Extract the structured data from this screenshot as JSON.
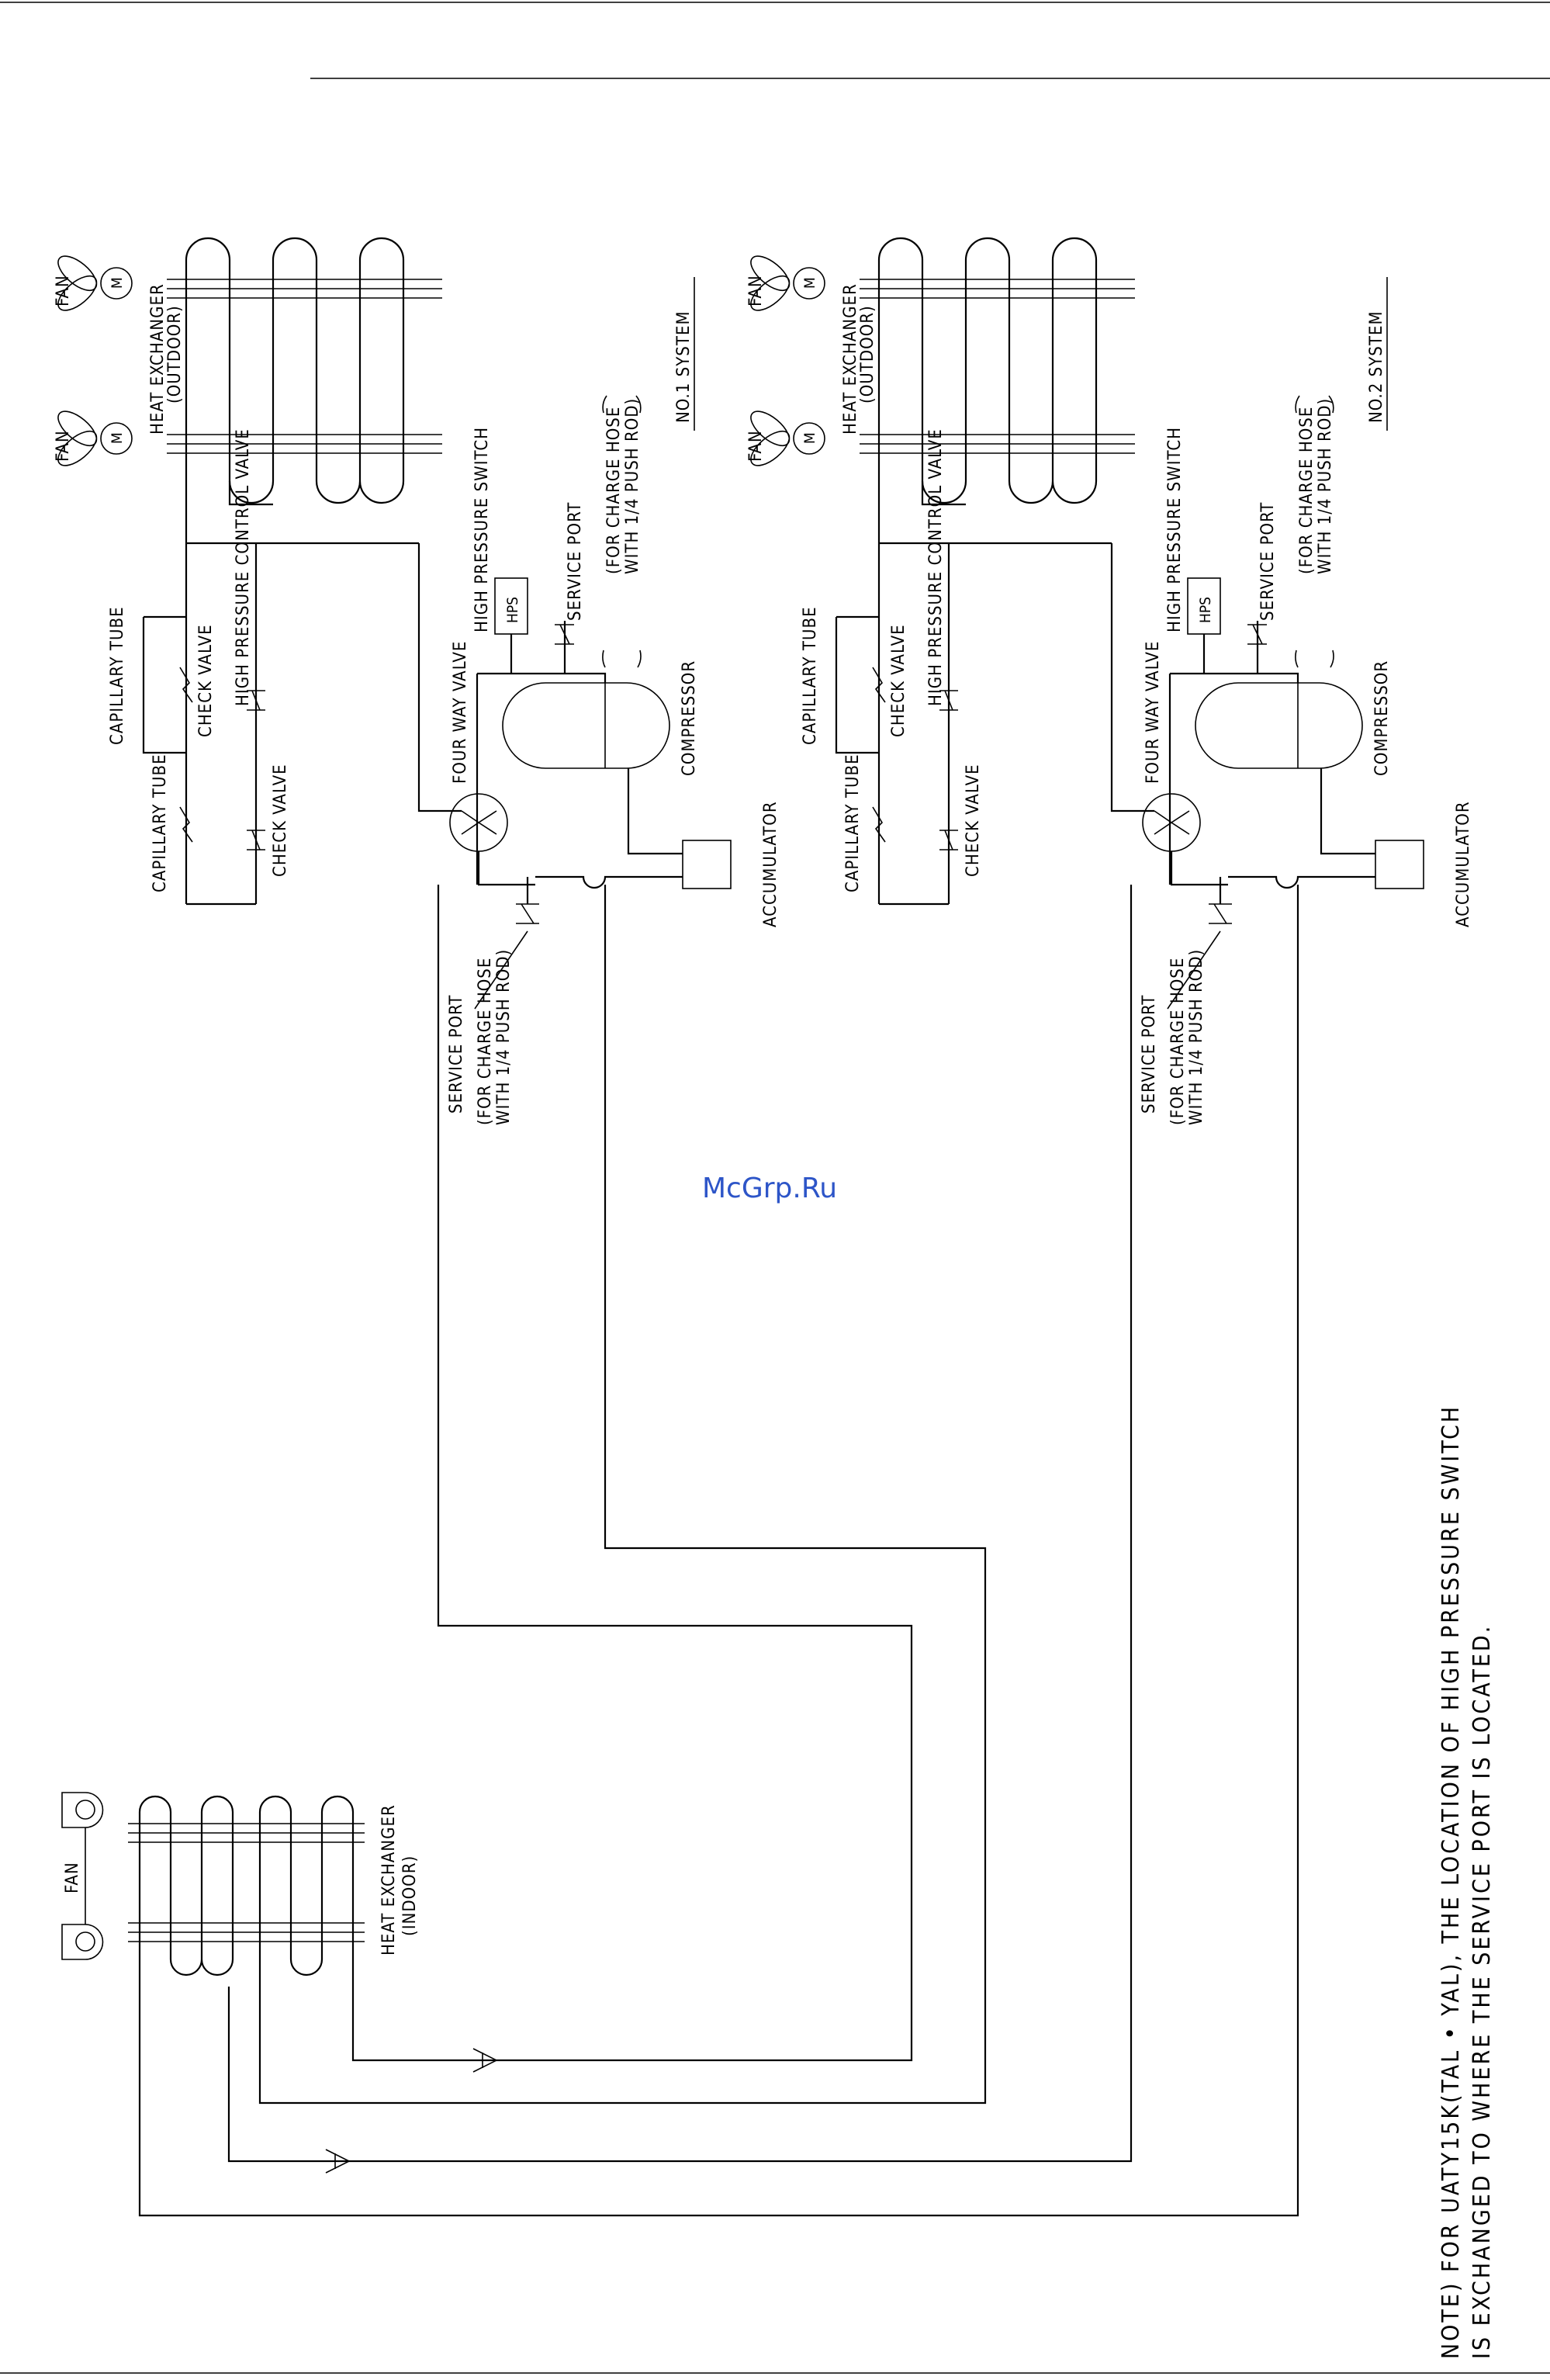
{
  "title": "",
  "watermark": "McGrp.Ru",
  "note": {
    "line1": "NOTE) FOR UATY15K(TAL • YAL), THE LOCATION OF HIGH PRESSURE SWITCH",
    "line2": "IS EXCHANGED TO WHERE THE SERVICE PORT IS LOCATED."
  },
  "systems": [
    {
      "heading": "NO.1  SYSTEM",
      "fan": "FAN",
      "motor": "M",
      "heat_exchanger": "HEAT EXCHANGER",
      "heat_exchanger_sub": "(OUTDOOR)",
      "high_pressure_switch": "HIGH PRESSURE SWITCH",
      "hps": "HPS",
      "service_port_top": "SERVICE PORT",
      "charge_hose_top_1": "(FOR CHARGE HOSE",
      "charge_hose_top_2": "WITH 1/4 PUSH ROD)",
      "high_pressure_control_valve": "HIGH PRESSURE CONTROL VALVE",
      "capillary_tube_1": "CAPILLARY TUBE",
      "check_valve_1": "CHECK VALVE",
      "capillary_tube_2": "CAPILLARY TUBE",
      "check_valve_2": "CHECK VALVE",
      "four_way_valve": "FOUR WAY VALVE",
      "compressor": "COMPRESSOR",
      "accumulator": "ACCUMULATOR",
      "service_port_bottom": "SERVICE PORT",
      "charge_hose_bottom_1": "(FOR CHARGE HOSE",
      "charge_hose_bottom_2": "WITH 1/4 PUSH ROD)"
    },
    {
      "heading": "NO.2  SYSTEM",
      "fan": "FAN",
      "motor": "M",
      "heat_exchanger": "HEAT EXCHANGER",
      "heat_exchanger_sub": "(OUTDOOR)",
      "high_pressure_switch": "HIGH PRESSURE SWITCH",
      "hps": "HPS",
      "service_port_top": "SERVICE PORT",
      "charge_hose_top_1": "(FOR CHARGE HOSE",
      "charge_hose_top_2": "WITH 1/4 PUSH ROD)",
      "high_pressure_control_valve": "HIGH PRESSURE CONTROL VALVE",
      "capillary_tube_1": "CAPILLARY TUBE",
      "check_valve_1": "CHECK VALVE",
      "capillary_tube_2": "CAPILLARY TUBE",
      "check_valve_2": "CHECK VALVE",
      "four_way_valve": "FOUR WAY VALVE",
      "compressor": "COMPRESSOR",
      "accumulator": "ACCUMULATOR",
      "service_port_bottom": "SERVICE PORT",
      "charge_hose_bottom_1": "(FOR CHARGE HOSE",
      "charge_hose_bottom_2": "WITH 1/4 PUSH ROD)"
    }
  ],
  "indoor": {
    "fan": "FAN",
    "heat_exchanger": "HEAT EXCHANGER",
    "heat_exchanger_sub": "(INDOOR)"
  }
}
